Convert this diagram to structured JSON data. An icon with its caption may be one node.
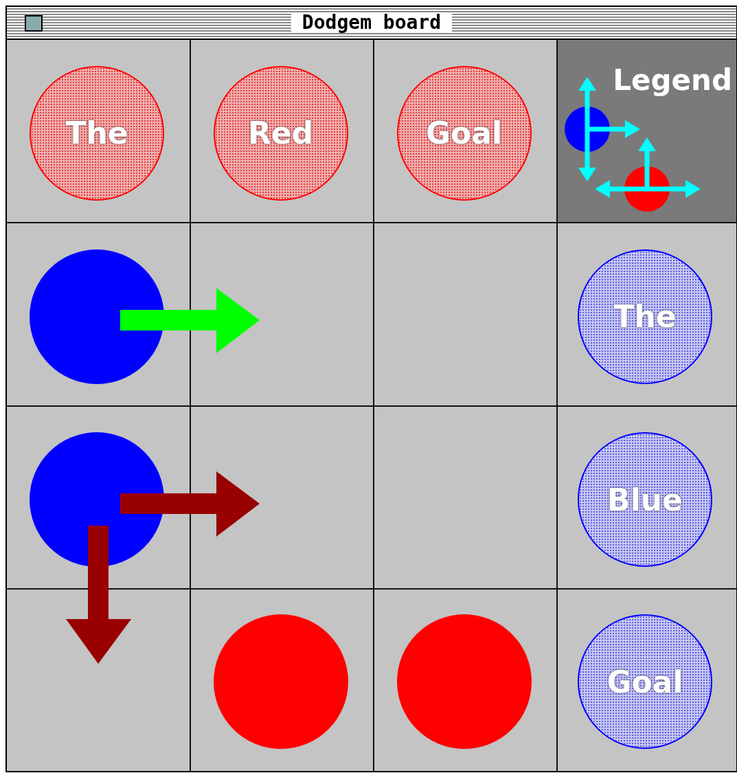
{
  "diagram": {
    "title": "Dodgem board",
    "nodes": [
      {
        "text": [
          "The"
        ]
      },
      {
        "text": [
          "Red"
        ]
      },
      {
        "text": [
          "Goal"
        ]
      },
      {
        "text": [
          "Legend"
        ]
      },
      {
        "text": [],
        "shape": "circle"
      },
      {
        "text": [
          "The"
        ]
      },
      {
        "text": [],
        "shape": "circle"
      },
      {
        "text": [
          "Blue"
        ]
      },
      {
        "text": [],
        "shape": "circle"
      },
      {
        "text": [],
        "shape": "circle"
      },
      {
        "text": [
          "Goal"
        ]
      }
    ],
    "edges": []
  }
}
